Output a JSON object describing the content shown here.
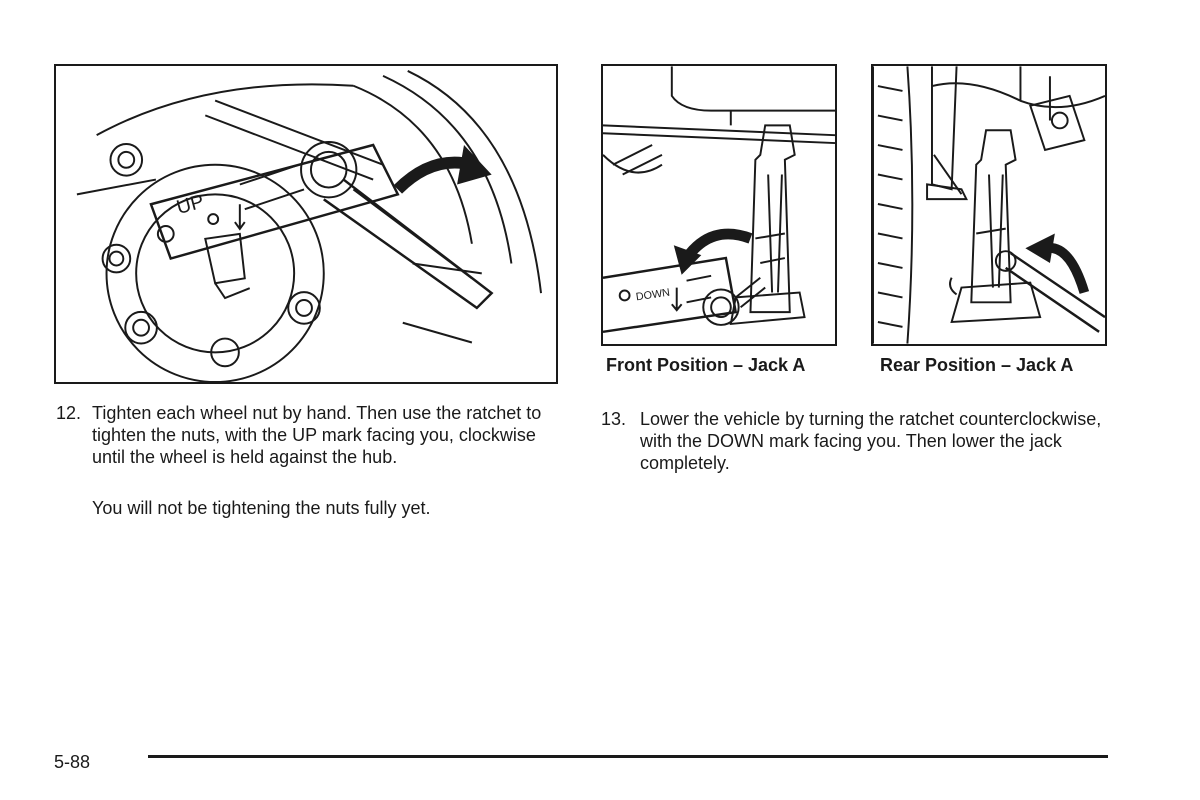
{
  "figures": {
    "wheel": {
      "ratchet_mark": "UP"
    },
    "front": {
      "ratchet_mark": "DOWN",
      "caption": "Front Position – Jack A"
    },
    "rear": {
      "caption": "Rear Position – Jack A"
    }
  },
  "steps": [
    {
      "number": "12.",
      "text": "Tighten each wheel nut by hand. Then use the ratchet to tighten the nuts, with the UP mark facing you, clockwise until the wheel is held against the hub.",
      "note": "You will not be tightening the nuts fully yet."
    },
    {
      "number": "13.",
      "text": "Lower the vehicle by turning the ratchet counterclockwise, with the DOWN mark facing you. Then lower the jack completely."
    }
  ],
  "footer": {
    "page_number": "5-88"
  }
}
